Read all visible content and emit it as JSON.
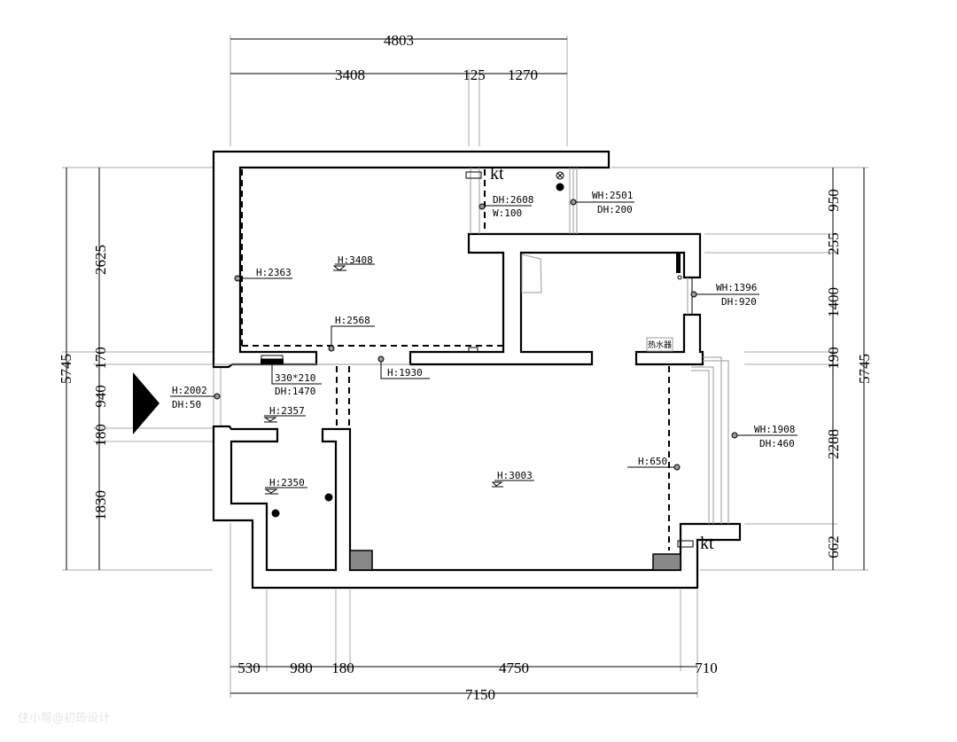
{
  "dimensions": {
    "top_total": "4803",
    "top": [
      "3408",
      "125",
      "1270"
    ],
    "left_total": "5745",
    "left": [
      "2625",
      "170",
      "940",
      "180",
      "1830"
    ],
    "right_total": "5745",
    "right": [
      "950",
      "255",
      "1400",
      "190",
      "2288",
      "662"
    ],
    "bottom_total": "7150",
    "bottom": [
      "530",
      "980",
      "180",
      "4750",
      "710"
    ]
  },
  "labels": {
    "ac_top": "kt",
    "ac_bottom": "kt",
    "dh2608": "DH:2608",
    "w100": "W:100",
    "wh2501": "WH:2501",
    "dh200": "DH:200",
    "h3408": "H:3408",
    "h2363": "H:2363",
    "h2568": "H:2568",
    "wh1396": "WH:1396",
    "dh920": "DH:920",
    "water_heater": "热水器",
    "h1930": "H:1930",
    "size330": "330*210",
    "dh1470": "DH:1470",
    "h2002": "H:2002",
    "dh50": "DH:50",
    "h2357": "H:2357",
    "h2350": "H:2350",
    "h3003": "H:3003",
    "h650": "H:650",
    "wh1908": "WH:1908",
    "dh460": "DH:460"
  },
  "watermark": "住小帮@初筠设计"
}
